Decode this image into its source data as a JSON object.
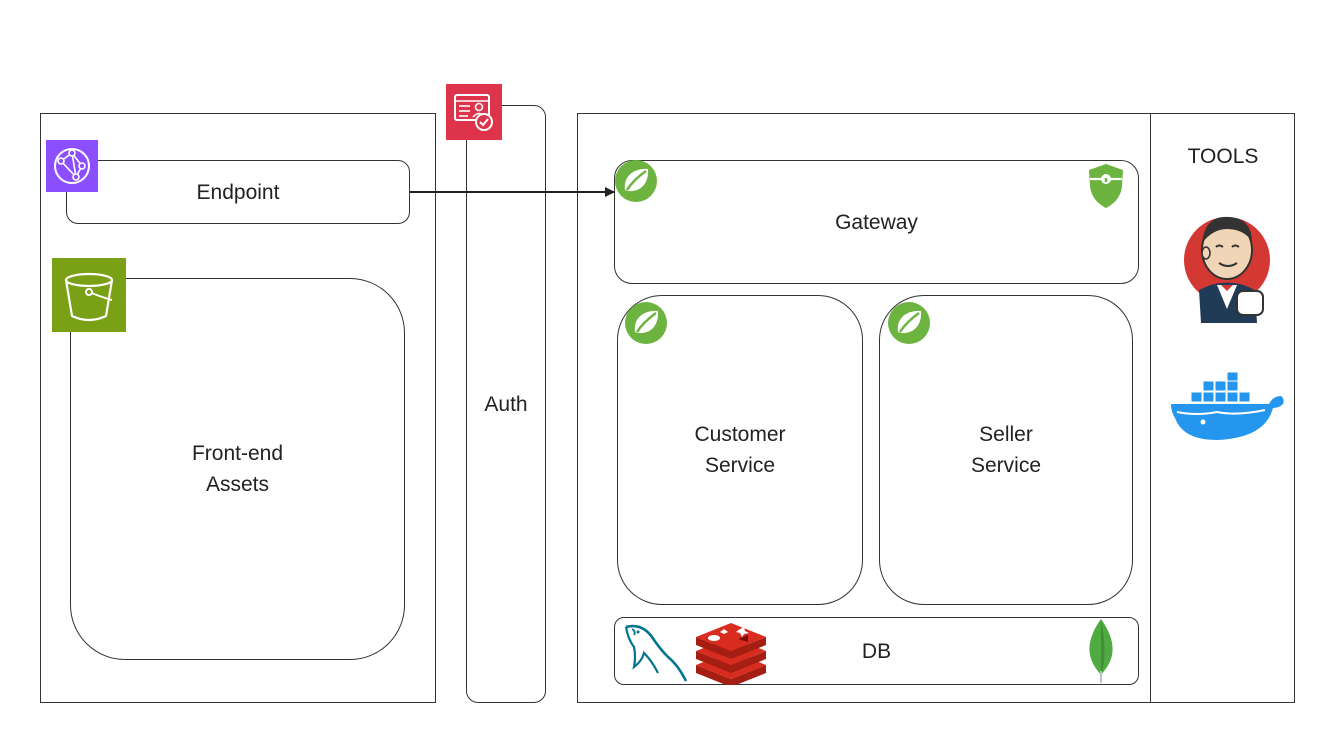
{
  "diagram": {
    "endpoint_label": "Endpoint",
    "frontend_label": "Front-end\nAssets",
    "auth_label": "Auth",
    "gateway_label": "Gateway",
    "customer_service_label": "Customer\nService",
    "seller_service_label": "Seller\nService",
    "db_label": "DB",
    "tools_label": "TOOLS"
  },
  "colors": {
    "cloudfront": "#8C4FFF",
    "s3": "#7AA116",
    "cognito": "#DD344C",
    "spring": "#6DB33F",
    "jenkins_red": "#D33833",
    "docker": "#2496ED",
    "redis": "#D82C20",
    "mongodb": "#4FAA41",
    "mysql": "#00758F"
  },
  "icons": [
    "cloudfront-icon",
    "s3-bucket-icon",
    "cognito-icon",
    "spring-icon",
    "security-shield-icon",
    "jenkins-icon",
    "docker-icon",
    "mysql-icon",
    "redis-icon",
    "mongodb-icon"
  ]
}
